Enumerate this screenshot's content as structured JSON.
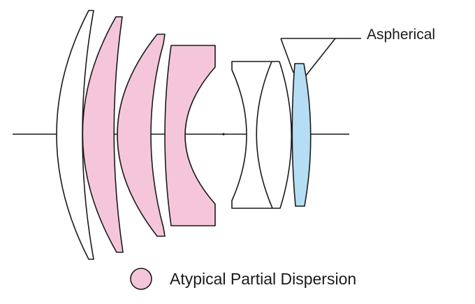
{
  "labels": {
    "aspherical": "Aspherical",
    "legend": "Atypical Partial Dispersion"
  },
  "colors": {
    "apd_glass": "#f5c6da",
    "aspherical_glass": "#b5ddf4",
    "normal_glass": "#ffffff",
    "line": "#1a1a1a"
  },
  "lens_elements": [
    {
      "type": "meniscus",
      "material": "normal"
    },
    {
      "type": "meniscus",
      "material": "atypical-partial-dispersion"
    },
    {
      "type": "meniscus",
      "material": "atypical-partial-dispersion"
    },
    {
      "type": "negative",
      "material": "atypical-partial-dispersion"
    },
    {
      "type": "cemented-doublet",
      "material": "normal"
    },
    {
      "type": "biconvex",
      "material": "aspherical"
    }
  ]
}
